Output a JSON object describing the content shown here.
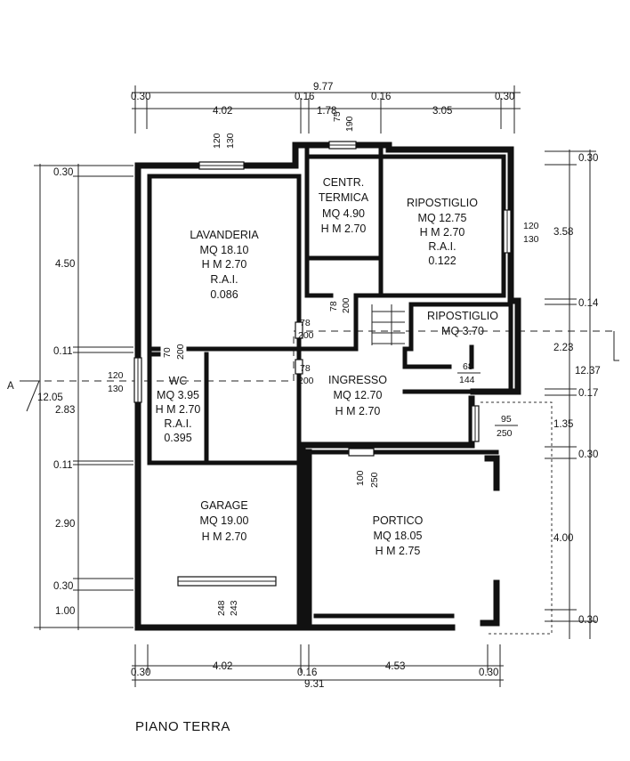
{
  "title": "PIANO TERRA",
  "rooms": {
    "lavanderia": {
      "name": "LAVANDERIA",
      "area": "MQ 18.10",
      "height": "H M 2.70",
      "rai_label": "R.A.I.",
      "rai": "0.086"
    },
    "centrale_termica": {
      "name_1": "CENTR.",
      "name_2": "TERMICA",
      "area": "MQ 4.90",
      "height": "H M 2.70"
    },
    "ripostiglio_1": {
      "name": "RIPOSTIGLIO",
      "area": "MQ 12.75",
      "height": "H M 2.70",
      "rai_label": "R.A.I.",
      "rai": "0.122"
    },
    "ripostiglio_2": {
      "name": "RIPOSTIGLIO",
      "area": "MQ 3.70"
    },
    "wc": {
      "name": "WC",
      "area": "MQ 3.95",
      "height": "H M 2.70",
      "rai_label": "R.A.I.",
      "rai": "0.395"
    },
    "ingresso": {
      "name": "INGRESSO",
      "area": "MQ 12.70",
      "height": "H M 2.70"
    },
    "garage": {
      "name": "GARAGE",
      "area": "MQ 19.00",
      "height": "H M 2.70"
    },
    "portico": {
      "name": "PORTICO",
      "area": "MQ 18.05",
      "height": "H M 2.75"
    }
  },
  "dims_top": {
    "total": "9.77",
    "a": "0.30",
    "b": "0.16",
    "c": "0.16",
    "d": "0.30",
    "e": "4.02",
    "f": "1.78",
    "g": "3.05"
  },
  "dims_bottom": {
    "total": "9.31",
    "a": "0.30",
    "b": "4.02",
    "c": "0.16",
    "d": "4.53",
    "e": "0.30"
  },
  "dims_left": {
    "total": "12.05",
    "a": "0.30",
    "b": "4.50",
    "c": "0.11",
    "d": "2.83",
    "e": "0.11",
    "f": "2.90",
    "g": "0.30",
    "h": "1.00"
  },
  "dims_right": {
    "total": "12.37",
    "a": "0.30",
    "b": "3.58",
    "c": "0.14",
    "d": "2.23",
    "e": "0.17",
    "f": "1.35",
    "g": "0.30",
    "h": "4.00",
    "i": "0.30"
  },
  "openings": {
    "lav_window": {
      "w": "120",
      "h": "130"
    },
    "ct_window": {
      "w": "75",
      "h": "190"
    },
    "rip_window": {
      "w": "120",
      "h": "130"
    },
    "wc_window": {
      "w": "120",
      "h": "130"
    },
    "door_ct": {
      "w": "78",
      "h": "200"
    },
    "door_lav": {
      "w": "78",
      "h": "200"
    },
    "door_wc": {
      "w": "70",
      "h": "200"
    },
    "door_garage": {
      "w": "78",
      "h": "200"
    },
    "door_rip": {
      "w": "68",
      "h": "144"
    },
    "door_ingresso": {
      "w": "100",
      "h": "250"
    },
    "door_portico": {
      "w": "95",
      "h": "250"
    },
    "garage_door": {
      "w": "248",
      "h": "243"
    }
  },
  "section_marker": "A"
}
